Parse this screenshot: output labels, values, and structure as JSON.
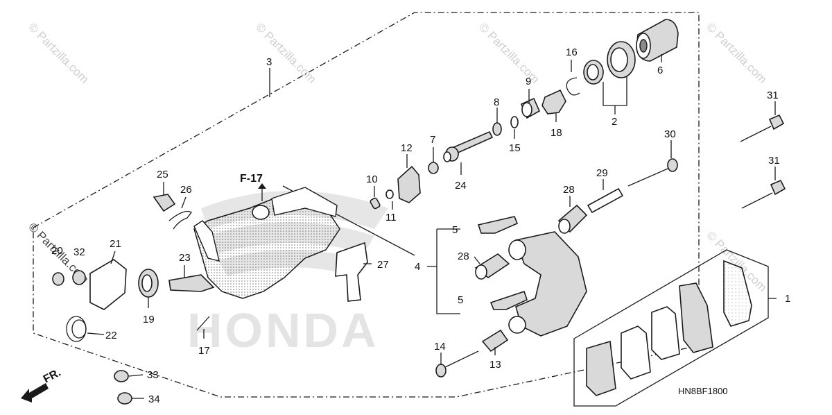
{
  "watermark": {
    "text": "© Partzilla.com",
    "brand": "HONDA"
  },
  "reference": "F-17",
  "front_indicator": "FR.",
  "diagram_code": "HN8BF1800",
  "callouts": {
    "p1": "1",
    "p2": "2",
    "p3": "3",
    "p4": "4",
    "p5a": "5",
    "p5b": "5",
    "p6": "6",
    "p7": "7",
    "p8": "8",
    "p9": "9",
    "p10": "10",
    "p11": "11",
    "p12": "12",
    "p13": "13",
    "p14": "14",
    "p15": "15",
    "p16": "16",
    "p17": "17",
    "p18": "18",
    "p19": "19",
    "p20": "20",
    "p21": "21",
    "p22": "22",
    "p23": "23",
    "p24": "24",
    "p25": "25",
    "p26": "26",
    "p27": "27",
    "p28a": "28",
    "p28b": "28",
    "p29": "29",
    "p30": "30",
    "p31a": "31",
    "p31b": "31",
    "p32": "32",
    "p33": "33",
    "p34": "34"
  }
}
